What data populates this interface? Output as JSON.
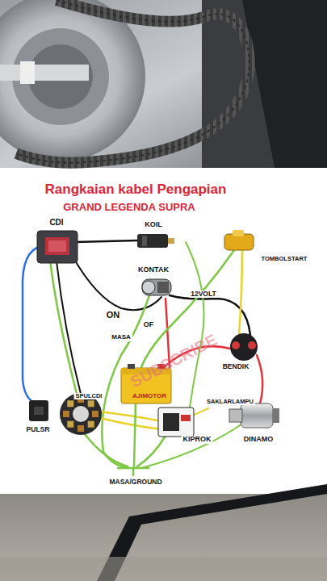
{
  "diagram": {
    "title": "Rangkaian kabel Pengapian",
    "labels": [
      "GRAND LEGENDA SUPRA",
      "CDI",
      "KOIL",
      "KONTAK",
      "TOMBOLSTART",
      "12VOLT",
      "ON",
      "OF",
      "MASA",
      "BENDIK",
      "SUBSCRIBE",
      "AJIMOTOR",
      "SAKLARLAMPU",
      "KIPROK",
      "DINAMO",
      "PULSR",
      "SPULCDI",
      "MASA/GROUND"
    ]
  }
}
